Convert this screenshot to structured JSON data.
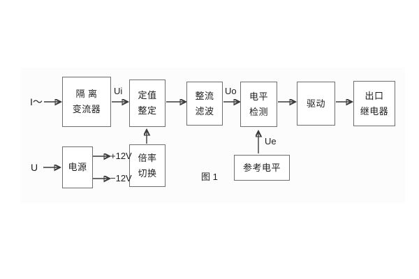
{
  "figure": {
    "caption": "图 1",
    "panel_bg": "#fcfcfd",
    "stroke_color": "#3a3a3a",
    "box_border_color": "#6e6e6e"
  },
  "signal_chain": {
    "input_label": "I～",
    "blocks": [
      {
        "id": "isolation-ct",
        "line1": "隔  离",
        "line2": "变流器"
      },
      {
        "id": "setting",
        "line1": "定值",
        "line2": "整定"
      },
      {
        "id": "rectify-filter",
        "line1": "整流",
        "line2": "滤波"
      },
      {
        "id": "level-detect",
        "line1": "电平",
        "line2": "检测"
      },
      {
        "id": "drive",
        "line1": "驱动",
        "line2": ""
      },
      {
        "id": "output-relay",
        "line1": "出口",
        "line2": "继电器"
      }
    ],
    "signal_labels": {
      "ui": "Ui",
      "uo": "Uo",
      "ue": "Ue"
    }
  },
  "power_chain": {
    "input_label": "U",
    "supply_block": {
      "id": "power-supply",
      "line1": "电源",
      "line2": ""
    },
    "rails": [
      {
        "id": "rail-positive",
        "label": "+12V"
      },
      {
        "id": "rail-negative",
        "label": "−12V"
      }
    ],
    "multiplier_block": {
      "id": "multiplier-switch",
      "line1": "倍率",
      "line2": "切换"
    }
  },
  "reference": {
    "block": {
      "id": "reference-level",
      "line1": "参考电平",
      "line2": ""
    }
  }
}
